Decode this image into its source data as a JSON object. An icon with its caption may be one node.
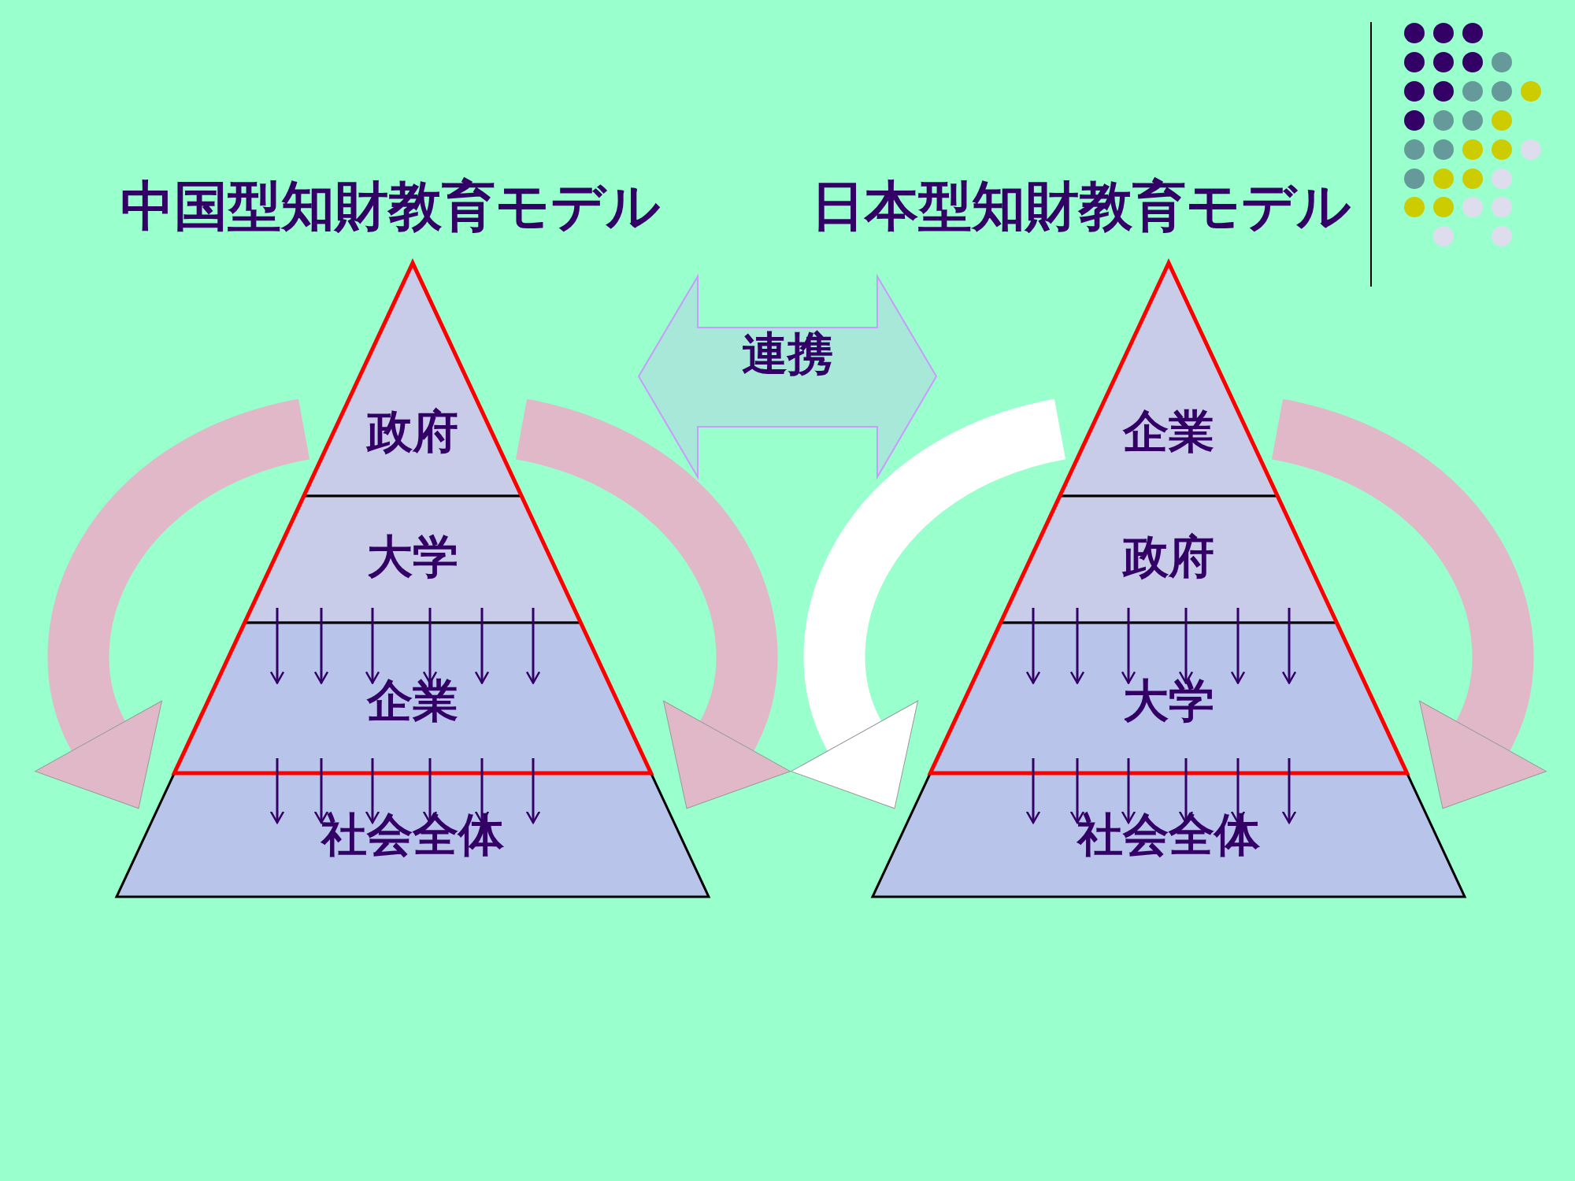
{
  "diagram": {
    "nodes": [
      {
        "text": [
          "政府"
        ]
      },
      {
        "text": [
          "大学"
        ]
      },
      {
        "text": [
          "企業"
        ]
      },
      {
        "text": [
          "社会全体"
        ]
      },
      {
        "text": [
          "連携"
        ]
      },
      {
        "text": [
          "企業"
        ]
      },
      {
        "text": [
          "政府"
        ]
      },
      {
        "text": [
          "大学"
        ]
      },
      {
        "text": [
          "社会全体"
        ]
      }
    ],
    "edges": [
      {
        "from": 1,
        "to": 2,
        "arrow": "to"
      },
      {
        "from": 1,
        "to": 2,
        "arrow": "to"
      },
      {
        "from": 1,
        "to": 2,
        "arrow": "to"
      },
      {
        "from": 1,
        "to": 2,
        "arrow": "to"
      },
      {
        "from": 1,
        "to": 2,
        "arrow": "to"
      },
      {
        "from": 1,
        "to": 2,
        "arrow": "to"
      },
      {
        "from": 2,
        "to": 3,
        "arrow": "to"
      },
      {
        "from": 2,
        "to": 3,
        "arrow": "to"
      },
      {
        "from": 2,
        "to": 3,
        "arrow": "to"
      },
      {
        "from": 2,
        "to": 3,
        "arrow": "to"
      },
      {
        "from": 2,
        "to": 3,
        "arrow": "to"
      },
      {
        "from": 2,
        "to": 3,
        "arrow": "to"
      },
      {
        "from": 6,
        "to": 7,
        "arrow": "to"
      },
      {
        "from": 6,
        "to": 7,
        "arrow": "to"
      },
      {
        "from": 6,
        "to": 7,
        "arrow": "to"
      },
      {
        "from": 6,
        "to": 7,
        "arrow": "to"
      },
      {
        "from": 6,
        "to": 7,
        "arrow": "to"
      },
      {
        "from": 6,
        "to": 7,
        "arrow": "to"
      },
      {
        "from": 7,
        "to": 8,
        "arrow": "to"
      },
      {
        "from": 7,
        "to": 8,
        "arrow": "to"
      },
      {
        "from": 7,
        "to": 8,
        "arrow": "to"
      },
      {
        "from": 7,
        "to": 8,
        "arrow": "to"
      },
      {
        "from": 7,
        "to": 8,
        "arrow": "to"
      },
      {
        "from": 7,
        "to": 8,
        "arrow": "to"
      },
      {
        "from": 0,
        "to": 3,
        "arrow": "to",
        "style": "thick",
        "color": "#e0b8c8"
      },
      {
        "from": 0,
        "to": 3,
        "arrow": "to",
        "style": "thick",
        "color": "#e0b8c8"
      },
      {
        "from": 5,
        "to": 8,
        "arrow": "to",
        "style": "thick",
        "color": "#ffffff"
      },
      {
        "from": 5,
        "to": 8,
        "arrow": "to",
        "style": "thick",
        "color": "#e0b8c8"
      }
    ],
    "labels": [
      "中国型知財教育モデル",
      "日本型知財教育モデル"
    ]
  }
}
